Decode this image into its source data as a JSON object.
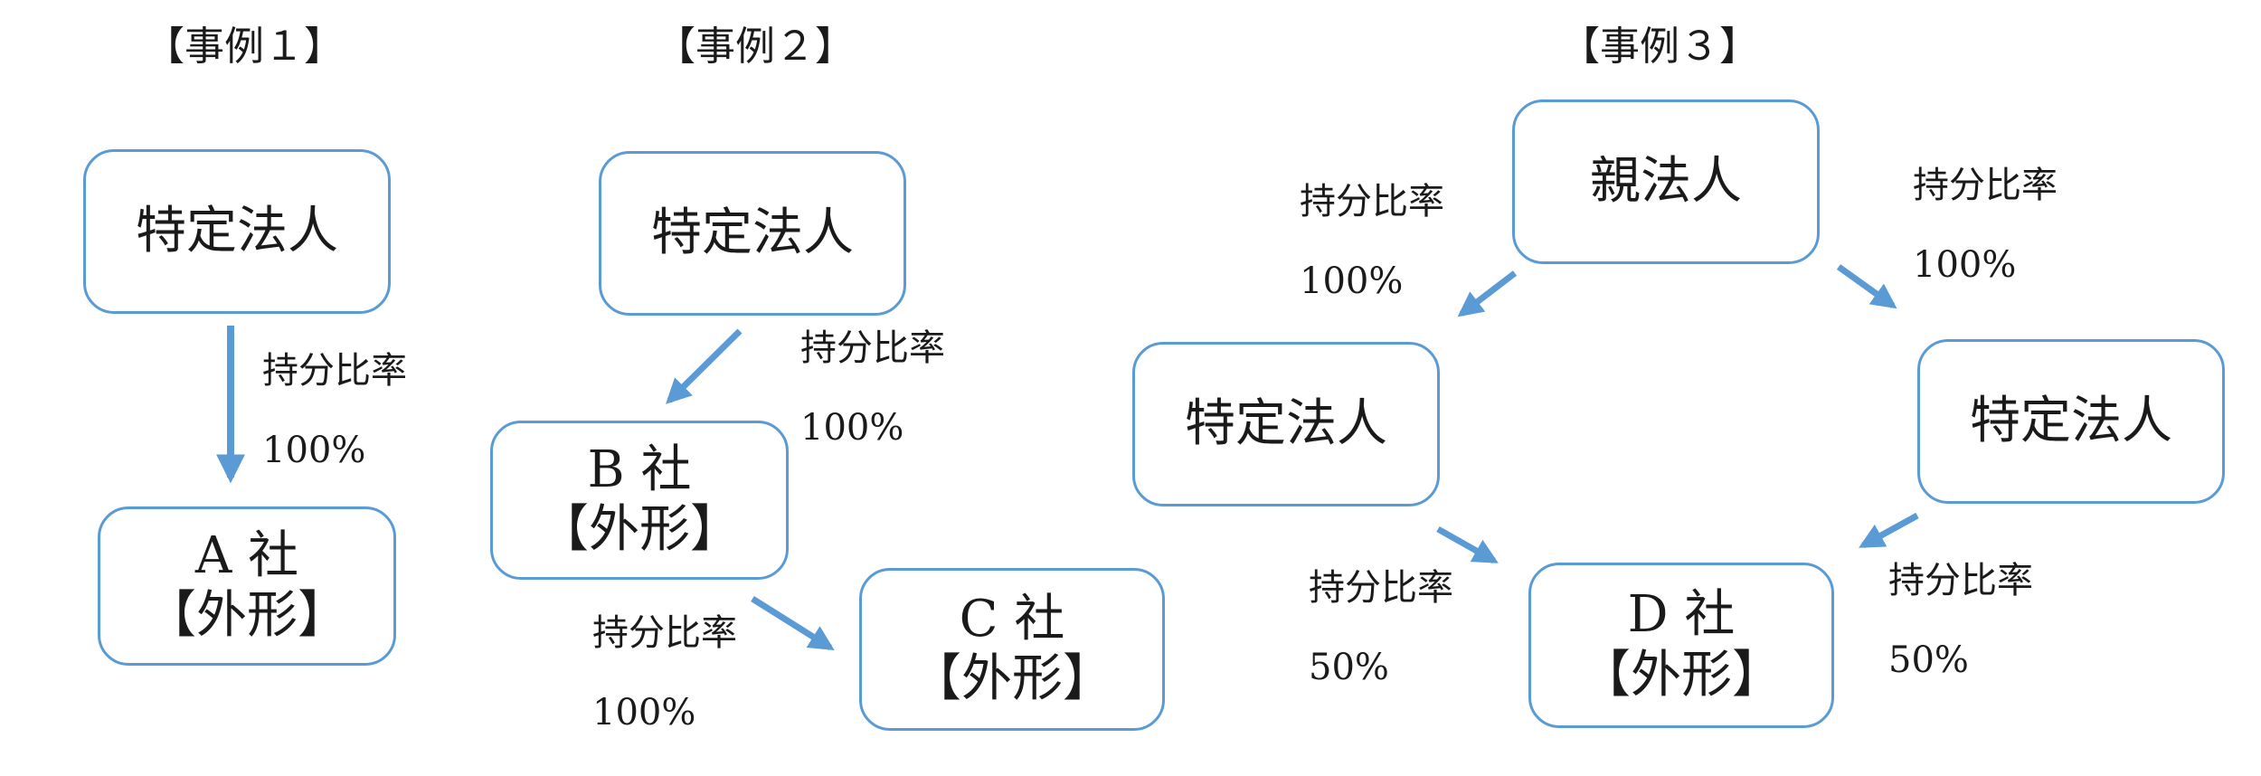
{
  "cases": [
    {
      "title": "【事例１】",
      "boxes": [
        {
          "lines": [
            "特定法人"
          ]
        },
        {
          "lines": [
            "A 社",
            "【外形】"
          ]
        }
      ],
      "ratios": [
        {
          "label": "持分比率",
          "value": "100%"
        }
      ]
    },
    {
      "title": "【事例２】",
      "boxes": [
        {
          "lines": [
            "特定法人"
          ]
        },
        {
          "lines": [
            "B 社",
            "【外形】"
          ]
        },
        {
          "lines": [
            "C 社",
            "【外形】"
          ]
        }
      ],
      "ratios": [
        {
          "label": "持分比率",
          "value": "100%"
        },
        {
          "label": "持分比率",
          "value": "100%"
        }
      ]
    },
    {
      "title": "【事例３】",
      "boxes": [
        {
          "lines": [
            "親法人"
          ]
        },
        {
          "lines": [
            "特定法人"
          ]
        },
        {
          "lines": [
            "特定法人"
          ]
        },
        {
          "lines": [
            "D 社",
            "【外形】"
          ]
        }
      ],
      "ratios": [
        {
          "label": "持分比率",
          "value": "100%"
        },
        {
          "label": "持分比率",
          "value": "100%"
        },
        {
          "label": "持分比率",
          "value": "50%"
        },
        {
          "label": "持分比率",
          "value": "50%"
        }
      ]
    }
  ],
  "colors": {
    "box_border": "#5b9bd5",
    "arrow": "#5b9bd5",
    "text": "#1a1a1a"
  }
}
